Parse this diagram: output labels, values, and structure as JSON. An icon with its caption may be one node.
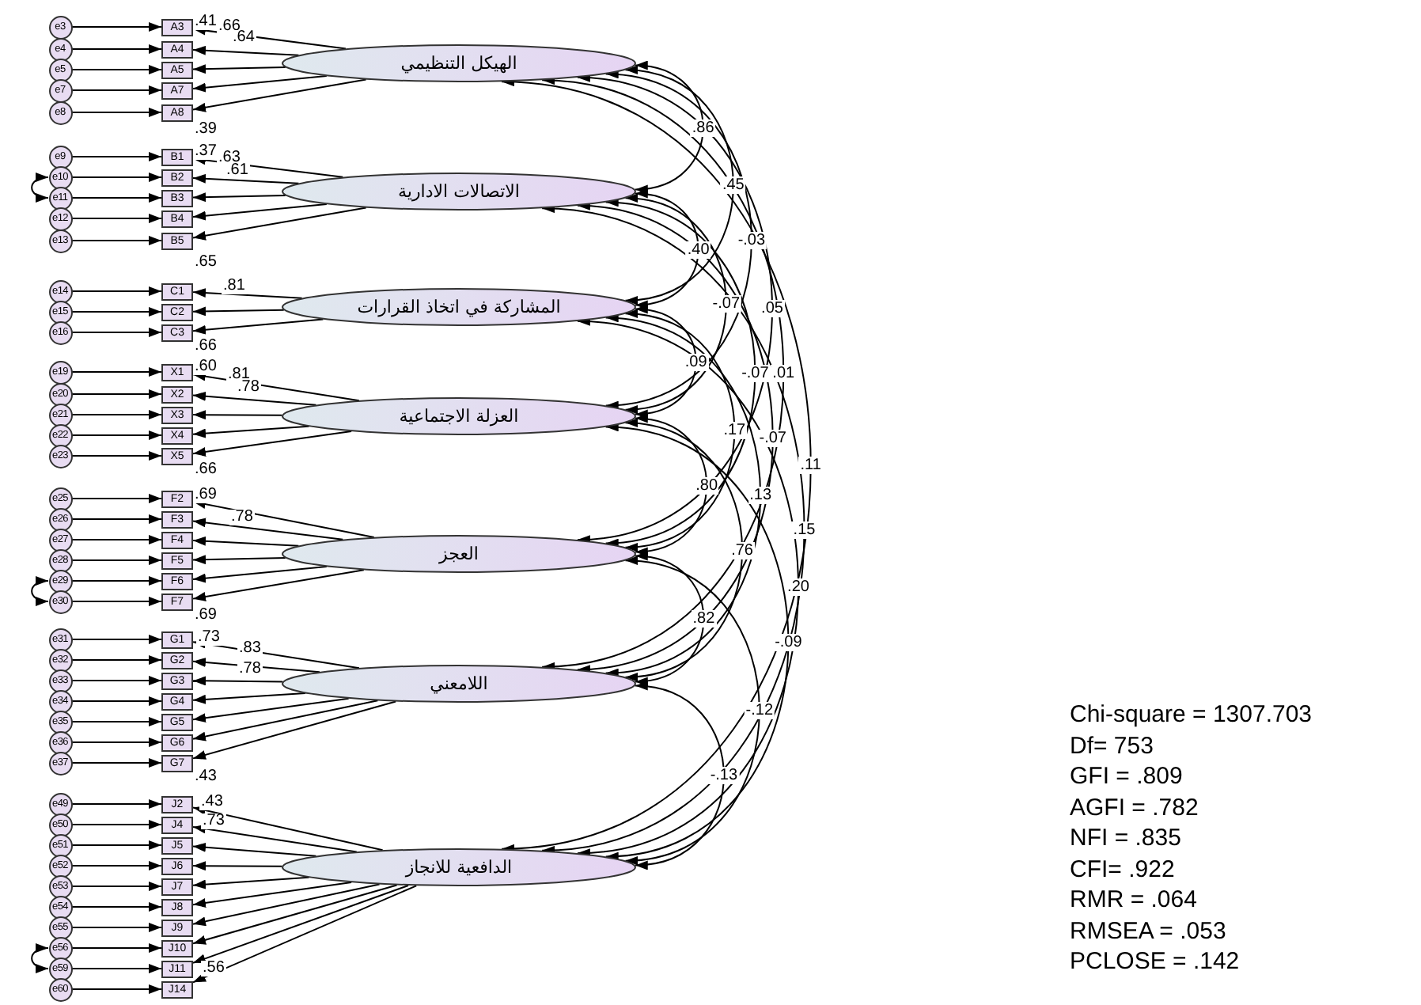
{
  "diagram": {
    "nodes": [
      {
        "text": [
          "الهيكل التنظيمي"
        ]
      },
      {
        "text": [
          "الاتصالات الادارية"
        ]
      },
      {
        "text": [
          "المشاركة في اتخاذ القرارات"
        ]
      },
      {
        "text": [
          "العزلة الاجتماعية"
        ]
      },
      {
        "text": [
          "العجز"
        ]
      },
      {
        "text": [
          "اللامعني"
        ]
      },
      {
        "text": [
          "الدافعية للانجاز"
        ]
      },
      {
        "text": [
          "A3"
        ]
      },
      {
        "text": [
          "A4"
        ]
      },
      {
        "text": [
          "A5"
        ]
      },
      {
        "text": [
          "A7"
        ]
      },
      {
        "text": [
          "A8"
        ]
      },
      {
        "text": [
          "B1"
        ]
      },
      {
        "text": [
          "B2"
        ]
      },
      {
        "text": [
          "B3"
        ]
      },
      {
        "text": [
          "B4"
        ]
      },
      {
        "text": [
          "B5"
        ]
      },
      {
        "text": [
          "C1"
        ]
      },
      {
        "text": [
          "C2"
        ]
      },
      {
        "text": [
          "C3"
        ]
      },
      {
        "text": [
          "X1"
        ]
      },
      {
        "text": [
          "X2"
        ]
      },
      {
        "text": [
          "X3"
        ]
      },
      {
        "text": [
          "X4"
        ]
      },
      {
        "text": [
          "X5"
        ]
      },
      {
        "text": [
          "F2"
        ]
      },
      {
        "text": [
          "F3"
        ]
      },
      {
        "text": [
          "F4"
        ]
      },
      {
        "text": [
          "F5"
        ]
      },
      {
        "text": [
          "F6"
        ]
      },
      {
        "text": [
          "F7"
        ]
      },
      {
        "text": [
          "G1"
        ]
      },
      {
        "text": [
          "G2"
        ]
      },
      {
        "text": [
          "G3"
        ]
      },
      {
        "text": [
          "G4"
        ]
      },
      {
        "text": [
          "G5"
        ]
      },
      {
        "text": [
          "G6"
        ]
      },
      {
        "text": [
          "G7"
        ]
      },
      {
        "text": [
          "J2"
        ]
      },
      {
        "text": [
          "J4"
        ]
      },
      {
        "text": [
          "J5"
        ]
      },
      {
        "text": [
          "J6"
        ]
      },
      {
        "text": [
          "J7"
        ]
      },
      {
        "text": [
          "J8"
        ]
      },
      {
        "text": [
          "J9"
        ]
      },
      {
        "text": [
          "J10"
        ]
      },
      {
        "text": [
          "J11"
        ]
      },
      {
        "text": [
          "J14"
        ]
      },
      {
        "text": [
          "e3"
        ]
      },
      {
        "text": [
          "e4"
        ]
      },
      {
        "text": [
          "e5"
        ]
      },
      {
        "text": [
          "e7"
        ]
      },
      {
        "text": [
          "e8"
        ]
      },
      {
        "text": [
          "e9"
        ]
      },
      {
        "text": [
          "e10"
        ]
      },
      {
        "text": [
          "e11"
        ]
      },
      {
        "text": [
          "e12"
        ]
      },
      {
        "text": [
          "e13"
        ]
      },
      {
        "text": [
          "e14"
        ]
      },
      {
        "text": [
          "e15"
        ]
      },
      {
        "text": [
          "e16"
        ]
      },
      {
        "text": [
          "e19"
        ]
      },
      {
        "text": [
          "e20"
        ]
      },
      {
        "text": [
          "e21"
        ]
      },
      {
        "text": [
          "e22"
        ]
      },
      {
        "text": [
          "e23"
        ]
      },
      {
        "text": [
          "e25"
        ]
      },
      {
        "text": [
          "e26"
        ]
      },
      {
        "text": [
          "e27"
        ]
      },
      {
        "text": [
          "e28"
        ]
      },
      {
        "text": [
          "e29"
        ]
      },
      {
        "text": [
          "e30"
        ]
      },
      {
        "text": [
          "e31"
        ]
      },
      {
        "text": [
          "e32"
        ]
      },
      {
        "text": [
          "e33"
        ]
      },
      {
        "text": [
          "e34"
        ]
      },
      {
        "text": [
          "e35"
        ]
      },
      {
        "text": [
          "e36"
        ]
      },
      {
        "text": [
          "e37"
        ]
      },
      {
        "text": [
          "e49"
        ]
      },
      {
        "text": [
          "e50"
        ]
      },
      {
        "text": [
          "e51"
        ]
      },
      {
        "text": [
          "e52"
        ]
      },
      {
        "text": [
          "e53"
        ]
      },
      {
        "text": [
          "e54"
        ]
      },
      {
        "text": [
          "e55"
        ]
      },
      {
        "text": [
          "e56"
        ]
      },
      {
        "text": [
          "e59"
        ]
      },
      {
        "text": [
          "e60"
        ]
      }
    ],
    "edges": [
      {
        "from": 48,
        "to": 7,
        "arrow": "to"
      },
      {
        "from": 49,
        "to": 8,
        "arrow": "to"
      },
      {
        "from": 50,
        "to": 9,
        "arrow": "to"
      },
      {
        "from": 51,
        "to": 10,
        "arrow": "to"
      },
      {
        "from": 52,
        "to": 11,
        "arrow": "to"
      },
      {
        "from": 53,
        "to": 12,
        "arrow": "to"
      },
      {
        "from": 54,
        "to": 13,
        "arrow": "to"
      },
      {
        "from": 55,
        "to": 14,
        "arrow": "to"
      },
      {
        "from": 56,
        "to": 15,
        "arrow": "to"
      },
      {
        "from": 57,
        "to": 16,
        "arrow": "to"
      },
      {
        "from": 58,
        "to": 17,
        "arrow": "to"
      },
      {
        "from": 59,
        "to": 18,
        "arrow": "to"
      },
      {
        "from": 60,
        "to": 19,
        "arrow": "to"
      },
      {
        "from": 61,
        "to": 20,
        "arrow": "to"
      },
      {
        "from": 62,
        "to": 21,
        "arrow": "to"
      },
      {
        "from": 63,
        "to": 22,
        "arrow": "to"
      },
      {
        "from": 64,
        "to": 23,
        "arrow": "to"
      },
      {
        "from": 65,
        "to": 24,
        "arrow": "to"
      },
      {
        "from": 66,
        "to": 25,
        "arrow": "to"
      },
      {
        "from": 67,
        "to": 26,
        "arrow": "to"
      },
      {
        "from": 68,
        "to": 27,
        "arrow": "to"
      },
      {
        "from": 69,
        "to": 28,
        "arrow": "to"
      },
      {
        "from": 70,
        "to": 29,
        "arrow": "to"
      },
      {
        "from": 71,
        "to": 30,
        "arrow": "to"
      },
      {
        "from": 72,
        "to": 31,
        "arrow": "to"
      },
      {
        "from": 73,
        "to": 32,
        "arrow": "to"
      },
      {
        "from": 74,
        "to": 33,
        "arrow": "to"
      },
      {
        "from": 75,
        "to": 34,
        "arrow": "to"
      },
      {
        "from": 76,
        "to": 35,
        "arrow": "to"
      },
      {
        "from": 77,
        "to": 36,
        "arrow": "to"
      },
      {
        "from": 78,
        "to": 37,
        "arrow": "to"
      },
      {
        "from": 79,
        "to": 38,
        "arrow": "to"
      },
      {
        "from": 80,
        "to": 39,
        "arrow": "to"
      },
      {
        "from": 81,
        "to": 40,
        "arrow": "to"
      },
      {
        "from": 82,
        "to": 41,
        "arrow": "to"
      },
      {
        "from": 83,
        "to": 42,
        "arrow": "to"
      },
      {
        "from": 84,
        "to": 43,
        "arrow": "to"
      },
      {
        "from": 85,
        "to": 44,
        "arrow": "to"
      },
      {
        "from": 86,
        "to": 45,
        "arrow": "to"
      },
      {
        "from": 87,
        "to": 46,
        "arrow": "to"
      },
      {
        "from": 88,
        "to": 47,
        "arrow": "to"
      },
      {
        "from": 0,
        "to": 7,
        "arrow": "to"
      },
      {
        "from": 0,
        "to": 8,
        "arrow": "to"
      },
      {
        "from": 0,
        "to": 9,
        "arrow": "to"
      },
      {
        "from": 0,
        "to": 10,
        "arrow": "to"
      },
      {
        "from": 0,
        "to": 11,
        "arrow": "to"
      },
      {
        "from": 1,
        "to": 12,
        "arrow": "to"
      },
      {
        "from": 1,
        "to": 13,
        "arrow": "to"
      },
      {
        "from": 1,
        "to": 14,
        "arrow": "to"
      },
      {
        "from": 1,
        "to": 15,
        "arrow": "to"
      },
      {
        "from": 1,
        "to": 16,
        "arrow": "to"
      },
      {
        "from": 2,
        "to": 17,
        "arrow": "to"
      },
      {
        "from": 2,
        "to": 18,
        "arrow": "to"
      },
      {
        "from": 2,
        "to": 19,
        "arrow": "to"
      },
      {
        "from": 3,
        "to": 20,
        "arrow": "to"
      },
      {
        "from": 3,
        "to": 21,
        "arrow": "to"
      },
      {
        "from": 3,
        "to": 22,
        "arrow": "to"
      },
      {
        "from": 3,
        "to": 23,
        "arrow": "to"
      },
      {
        "from": 3,
        "to": 24,
        "arrow": "to"
      },
      {
        "from": 4,
        "to": 25,
        "arrow": "to"
      },
      {
        "from": 4,
        "to": 26,
        "arrow": "to"
      },
      {
        "from": 4,
        "to": 27,
        "arrow": "to"
      },
      {
        "from": 4,
        "to": 28,
        "arrow": "to"
      },
      {
        "from": 4,
        "to": 29,
        "arrow": "to"
      },
      {
        "from": 4,
        "to": 30,
        "arrow": "to"
      },
      {
        "from": 5,
        "to": 31,
        "arrow": "to"
      },
      {
        "from": 5,
        "to": 32,
        "arrow": "to"
      },
      {
        "from": 5,
        "to": 33,
        "arrow": "to"
      },
      {
        "from": 5,
        "to": 34,
        "arrow": "to"
      },
      {
        "from": 5,
        "to": 35,
        "arrow": "to"
      },
      {
        "from": 5,
        "to": 36,
        "arrow": "to"
      },
      {
        "from": 5,
        "to": 37,
        "arrow": "to"
      },
      {
        "from": 6,
        "to": 38,
        "arrow": "to"
      },
      {
        "from": 6,
        "to": 39,
        "arrow": "to"
      },
      {
        "from": 6,
        "to": 40,
        "arrow": "to"
      },
      {
        "from": 6,
        "to": 41,
        "arrow": "to"
      },
      {
        "from": 6,
        "to": 42,
        "arrow": "to"
      },
      {
        "from": 6,
        "to": 43,
        "arrow": "to"
      },
      {
        "from": 6,
        "to": 44,
        "arrow": "to"
      },
      {
        "from": 6,
        "to": 45,
        "arrow": "to"
      },
      {
        "from": 6,
        "to": 46,
        "arrow": "to"
      },
      {
        "from": 6,
        "to": 47,
        "arrow": "to"
      },
      {
        "from": 0,
        "to": 1,
        "arrow": "both",
        "label": ".86"
      },
      {
        "from": 0,
        "to": 2,
        "arrow": "both",
        "label": ".45"
      },
      {
        "from": 0,
        "to": 3,
        "arrow": "both",
        "label": "-.03"
      },
      {
        "from": 0,
        "to": 4,
        "arrow": "both",
        "label": ".05"
      },
      {
        "from": 0,
        "to": 5,
        "arrow": "both",
        "label": ".01"
      },
      {
        "from": 0,
        "to": 6,
        "arrow": "both",
        "label": ".11"
      },
      {
        "from": 1,
        "to": 2,
        "arrow": "both",
        "label": ".40"
      },
      {
        "from": 1,
        "to": 3,
        "arrow": "both",
        "label": "-.07"
      },
      {
        "from": 1,
        "to": 4,
        "arrow": "both",
        "label": "-.07"
      },
      {
        "from": 1,
        "to": 5,
        "arrow": "both",
        "label": "-.07"
      },
      {
        "from": 1,
        "to": 6,
        "arrow": "both",
        "label": ".15"
      },
      {
        "from": 2,
        "to": 3,
        "arrow": "both",
        "label": ".09"
      },
      {
        "from": 2,
        "to": 4,
        "arrow": "both",
        "label": ".17"
      },
      {
        "from": 2,
        "to": 5,
        "arrow": "both",
        "label": ".13"
      },
      {
        "from": 2,
        "to": 6,
        "arrow": "both",
        "label": ".20"
      },
      {
        "from": 3,
        "to": 4,
        "arrow": "both",
        "label": ".80"
      },
      {
        "from": 3,
        "to": 5,
        "arrow": "both",
        "label": ".76"
      },
      {
        "from": 3,
        "to": 6,
        "arrow": "both",
        "label": "-.09"
      },
      {
        "from": 4,
        "to": 5,
        "arrow": "both",
        "label": ".82"
      },
      {
        "from": 4,
        "to": 6,
        "arrow": "both",
        "label": "-.12"
      },
      {
        "from": 5,
        "to": 6,
        "arrow": "both",
        "label": "-.13"
      },
      {
        "from": 54,
        "to": 55,
        "arrow": "both"
      },
      {
        "from": 70,
        "to": 71,
        "arrow": "both"
      },
      {
        "from": 86,
        "to": 87,
        "arrow": "both"
      }
    ],
    "labels": [
      ".41",
      ".66",
      ".64",
      ".39",
      ".37",
      ".63",
      ".61",
      ".65",
      ".81",
      ".66",
      ".60",
      ".81",
      ".78",
      ".66",
      ".69",
      ".78",
      ".69",
      ".73",
      ".83",
      ".78",
      ".43",
      ".43",
      ".73",
      ".56",
      "Chi-square = 1307.703",
      "Df= 753",
      "GFI = .809",
      "AGFI = .782",
      "NFI = .835",
      "CFI= .922",
      "RMR = .064",
      "RMSEA = .053",
      "PCLOSE = .142"
    ]
  }
}
